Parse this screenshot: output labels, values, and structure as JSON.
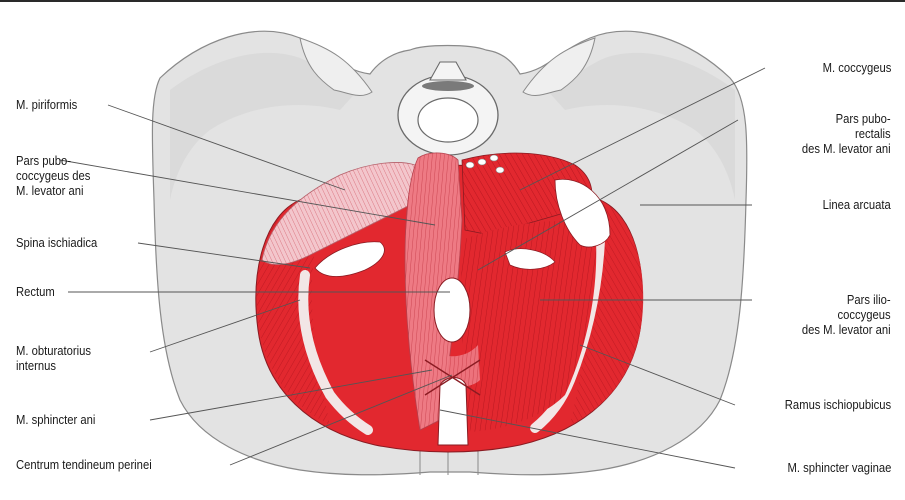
{
  "colors": {
    "bone": "#e3e3e3",
    "bone_shadow": "#c9c9c9",
    "muscle": "#e2282f",
    "muscle_dark": "#b91821",
    "muscle_light": "#ee7a84",
    "muscle_pale": "#f3c6cc",
    "tendon": "#efe6e6",
    "outline": "#8a8a8a",
    "leader": "#555555",
    "text": "#1a1a1a"
  },
  "labels_left": {
    "piriformis": "M. piriformis",
    "pubococcygeus": "Pars pubo-\ncoccygeus des\nM. levator ani",
    "spina": "Spina ischiadica",
    "rectum": "Rectum",
    "obturatorius": "M. obturatorius\ninternus",
    "sphincter_ani": "M. sphincter ani",
    "centrum": "Centrum tendineum perinei"
  },
  "labels_right": {
    "coccygeus": "M. coccygeus",
    "puborectalis": "Pars pubo-\nrectalis\ndes M. levator ani",
    "linea": "Linea arcuata",
    "iliococcygeus": "Pars ilio-\ncoccygeus\ndes M. levator ani",
    "ramus": "Ramus ischiopubicus",
    "sphincter_vaginae": "M. sphincter vaginae"
  }
}
